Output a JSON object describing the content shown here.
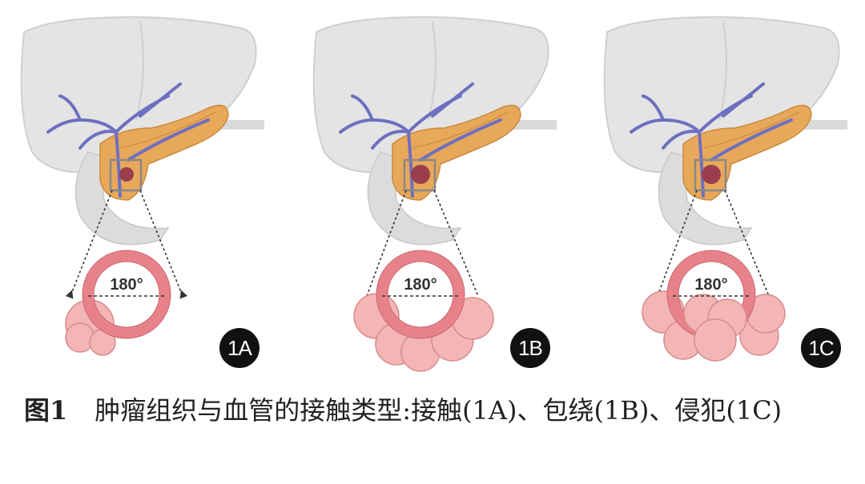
{
  "figure": {
    "panels": [
      {
        "badge": "1A",
        "angle_label": "180°",
        "contact_type": "接触"
      },
      {
        "badge": "1B",
        "angle_label": "180°",
        "contact_type": "包绕"
      },
      {
        "badge": "1C",
        "angle_label": "180°",
        "contact_type": "侵犯"
      }
    ]
  },
  "caption": {
    "label": "图1",
    "text": "肿瘤组织与血管的接触类型:接触(1A)、包绕(1B)、侵犯(1C)"
  }
}
